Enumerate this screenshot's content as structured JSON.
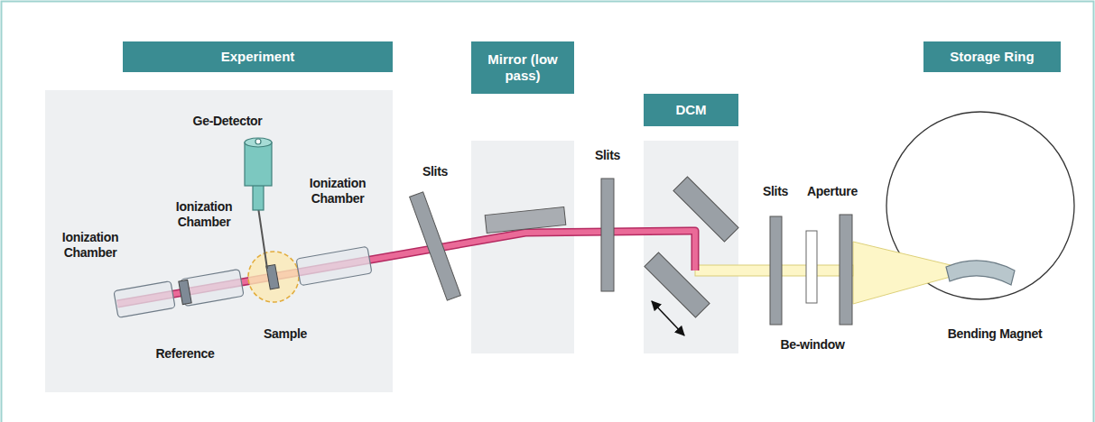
{
  "diagram": {
    "nodes": [
      {
        "text": [
          "Experiment"
        ]
      },
      {
        "text": [
          "Mirror (low pass)"
        ]
      },
      {
        "text": [
          "DCM"
        ]
      },
      {
        "text": [
          "Storage Ring"
        ]
      }
    ],
    "labels": [
      "Ge-Detector",
      "Ionization Chamber",
      "Ionization Chamber",
      "Ionization Chamber",
      "Slits",
      "Slits",
      "Slits",
      "Aperture",
      "Reference",
      "Sample",
      "Be-window",
      "Bending Magnet"
    ]
  }
}
